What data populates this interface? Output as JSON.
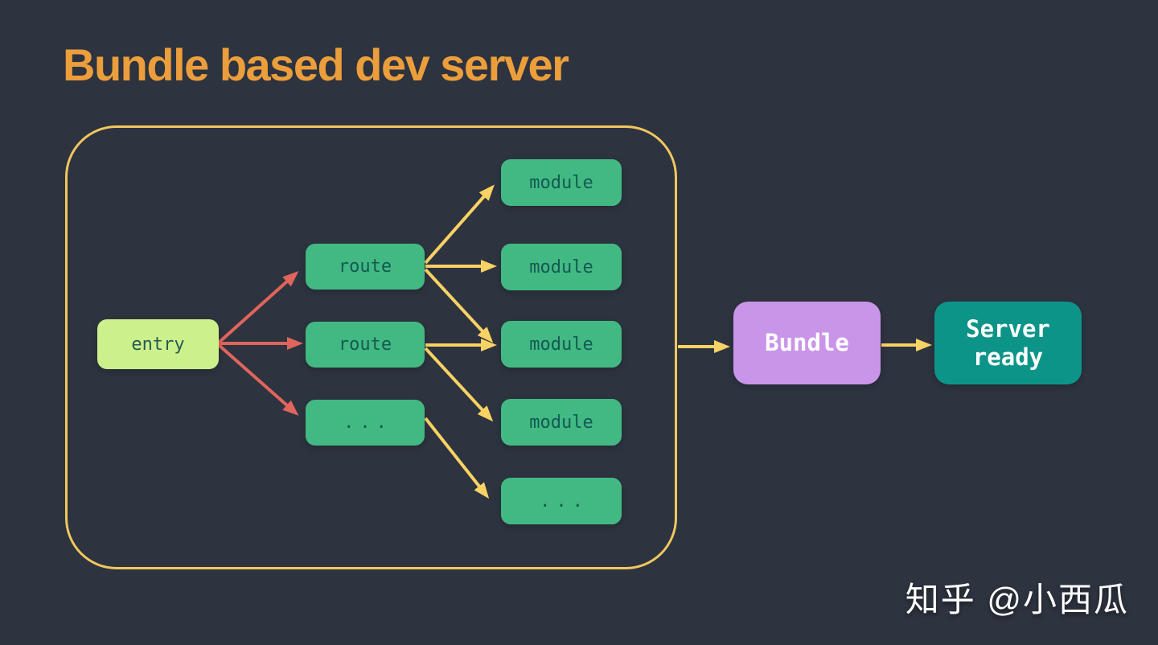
{
  "page": {
    "background_color": "#2d333f"
  },
  "title": {
    "text": "Bundle based dev server",
    "color": "#eb9e3b"
  },
  "diagram": {
    "container": {
      "border_color": "#f0c75f"
    },
    "nodes": {
      "entry": {
        "label": "entry",
        "bg_color": "#ccf08c",
        "text_color": "#265a52"
      },
      "route1": {
        "label": "route",
        "bg_color": "#42b983",
        "text_color": "#135a52"
      },
      "route2": {
        "label": "route",
        "bg_color": "#42b983",
        "text_color": "#135a52"
      },
      "route_more": {
        "label": "...",
        "bg_color": "#42b983",
        "text_color": "#135a52"
      },
      "module1": {
        "label": "module",
        "bg_color": "#42b983",
        "text_color": "#135a52"
      },
      "module2": {
        "label": "module",
        "bg_color": "#42b983",
        "text_color": "#135a52"
      },
      "module3": {
        "label": "module",
        "bg_color": "#42b983",
        "text_color": "#135a52"
      },
      "module4": {
        "label": "module",
        "bg_color": "#42b983",
        "text_color": "#135a52"
      },
      "module_more": {
        "label": "...",
        "bg_color": "#42b983",
        "text_color": "#135a52"
      },
      "bundle": {
        "label": "Bundle",
        "bg_color": "#c995e9",
        "text_color": "#ffffff"
      },
      "server_ready": {
        "label": "Server ready",
        "bg_color": "#0d9488",
        "text_color": "#ffffff"
      }
    },
    "arrow_colors": {
      "entry_to_routes": "#e0655c",
      "routes_to_modules": "#f8d264"
    }
  },
  "watermark": {
    "text": "知乎 @小西瓜",
    "color": "#ffffff"
  }
}
